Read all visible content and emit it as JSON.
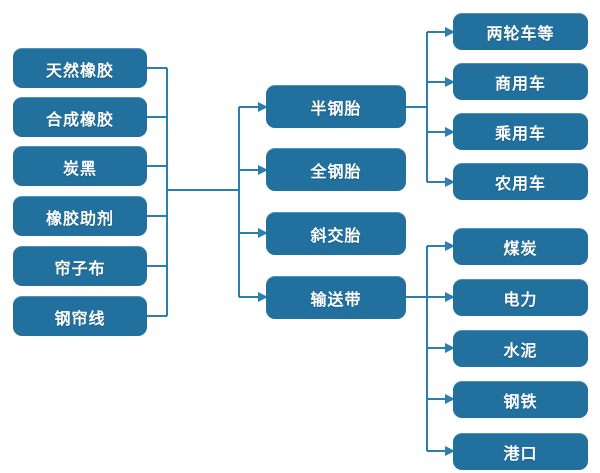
{
  "diagram": {
    "title": "",
    "accent_color": "#21709e",
    "connector_color": "#2a7fae",
    "background": "#ffffff",
    "columns": {
      "raw_materials": {
        "name": "raw-materials-column",
        "items": [
          {
            "label": "天然橡胶"
          },
          {
            "label": "合成橡胶"
          },
          {
            "label": "炭黑"
          },
          {
            "label": "橡胶助剂"
          },
          {
            "label": "帘子布"
          },
          {
            "label": "钢帘线"
          }
        ]
      },
      "products": {
        "name": "products-column",
        "items": [
          {
            "label": "半钢胎"
          },
          {
            "label": "全钢胎"
          },
          {
            "label": "斜交胎"
          },
          {
            "label": "输送带"
          }
        ]
      },
      "applications_top": {
        "name": "vehicle-applications-group",
        "items": [
          {
            "label": "两轮车等"
          },
          {
            "label": "商用车"
          },
          {
            "label": "乘用车"
          },
          {
            "label": "农用车"
          }
        ]
      },
      "applications_bottom": {
        "name": "industry-applications-group",
        "items": [
          {
            "label": "煤炭"
          },
          {
            "label": "电力"
          },
          {
            "label": "水泥"
          },
          {
            "label": "钢铁"
          },
          {
            "label": "港口"
          }
        ]
      }
    }
  }
}
